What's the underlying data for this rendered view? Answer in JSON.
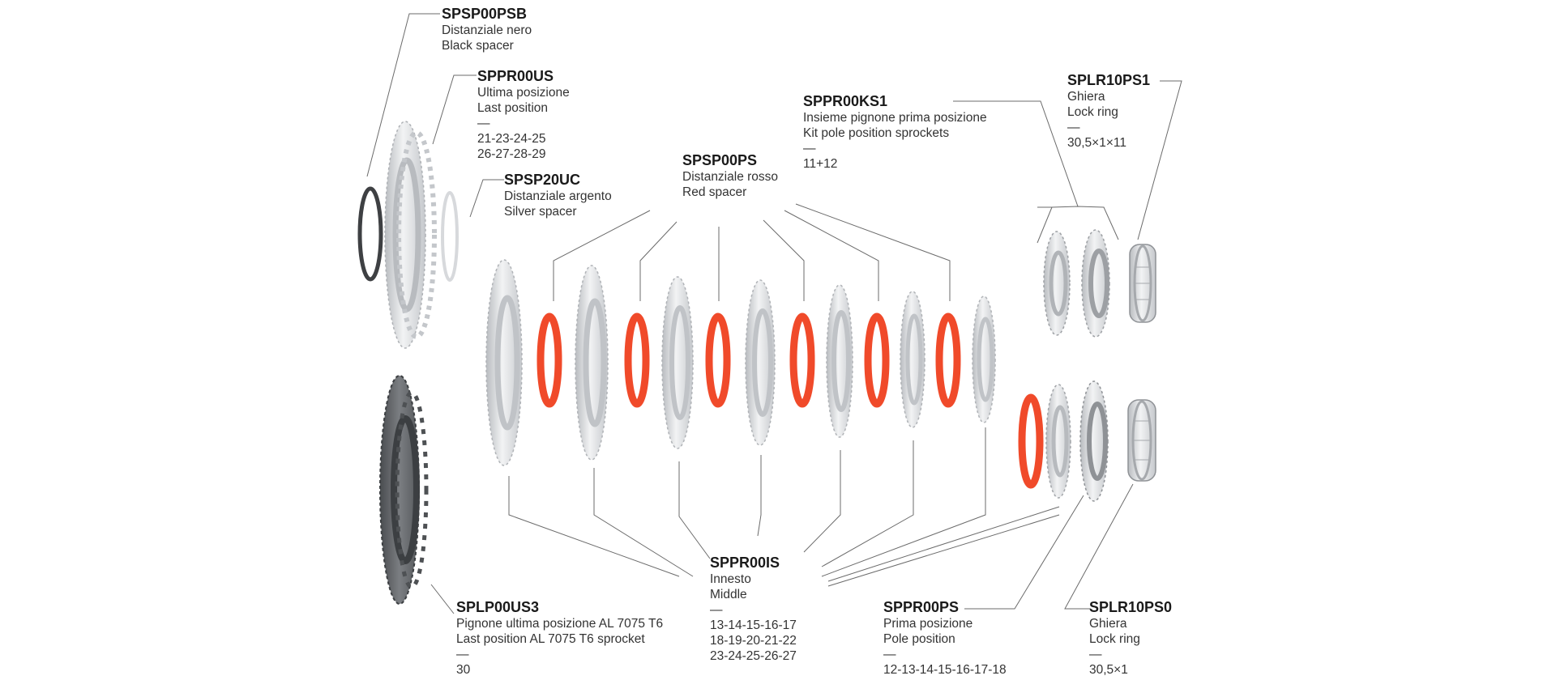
{
  "colors": {
    "red_spacer": "#f04a2a",
    "silver": "#d9dbde",
    "dark_sprocket": "#606366",
    "line": "#6b6b6b"
  },
  "labels": {
    "spsp00psb": {
      "code": "SPSP00PSB",
      "it": "Distanziale nero",
      "en": "Black spacer"
    },
    "sppr00us": {
      "code": "SPPR00US",
      "it": "Ultima posizione",
      "en": "Last position",
      "dash": "—",
      "sizes1": "21-23-24-25",
      "sizes2": "26-27-28-29"
    },
    "spsp20uc": {
      "code": "SPSP20UC",
      "it": "Distanziale argento",
      "en": "Silver spacer"
    },
    "spsp00ps": {
      "code": "SPSP00PS",
      "it": "Distanziale rosso",
      "en": "Red spacer"
    },
    "sppr00ks1": {
      "code": "SPPR00KS1",
      "it": "Insieme pignone prima posizione",
      "en": "Kit pole position sprockets",
      "dash": "—",
      "sizes": "11+12"
    },
    "splr10ps1": {
      "code": "SPLR10PS1",
      "it": "Ghiera",
      "en": "Lock ring",
      "dash": "—",
      "size": "30,5×1×11"
    },
    "splp00us3": {
      "code": "SPLP00US3",
      "it": "Pignone ultima posizione AL 7075 T6",
      "en": "Last position AL 7075 T6 sprocket",
      "dash": "—",
      "size": "30"
    },
    "sppr00is": {
      "code": "SPPR00IS",
      "it": "Innesto",
      "en": "Middle",
      "dash": "—",
      "sizes1": "13-14-15-16-17",
      "sizes2": "18-19-20-21-22",
      "sizes3": "23-24-25-26-27"
    },
    "sppr00ps": {
      "code": "SPPR00PS",
      "it": "Prima posizione",
      "en": "Pole position",
      "dash": "—",
      "sizes": "12-13-14-15-16-17-18"
    },
    "splr10ps0": {
      "code": "SPLR10PS0",
      "it": "Ghiera",
      "en": "Lock ring",
      "dash": "—",
      "size": "30,5×1"
    }
  }
}
